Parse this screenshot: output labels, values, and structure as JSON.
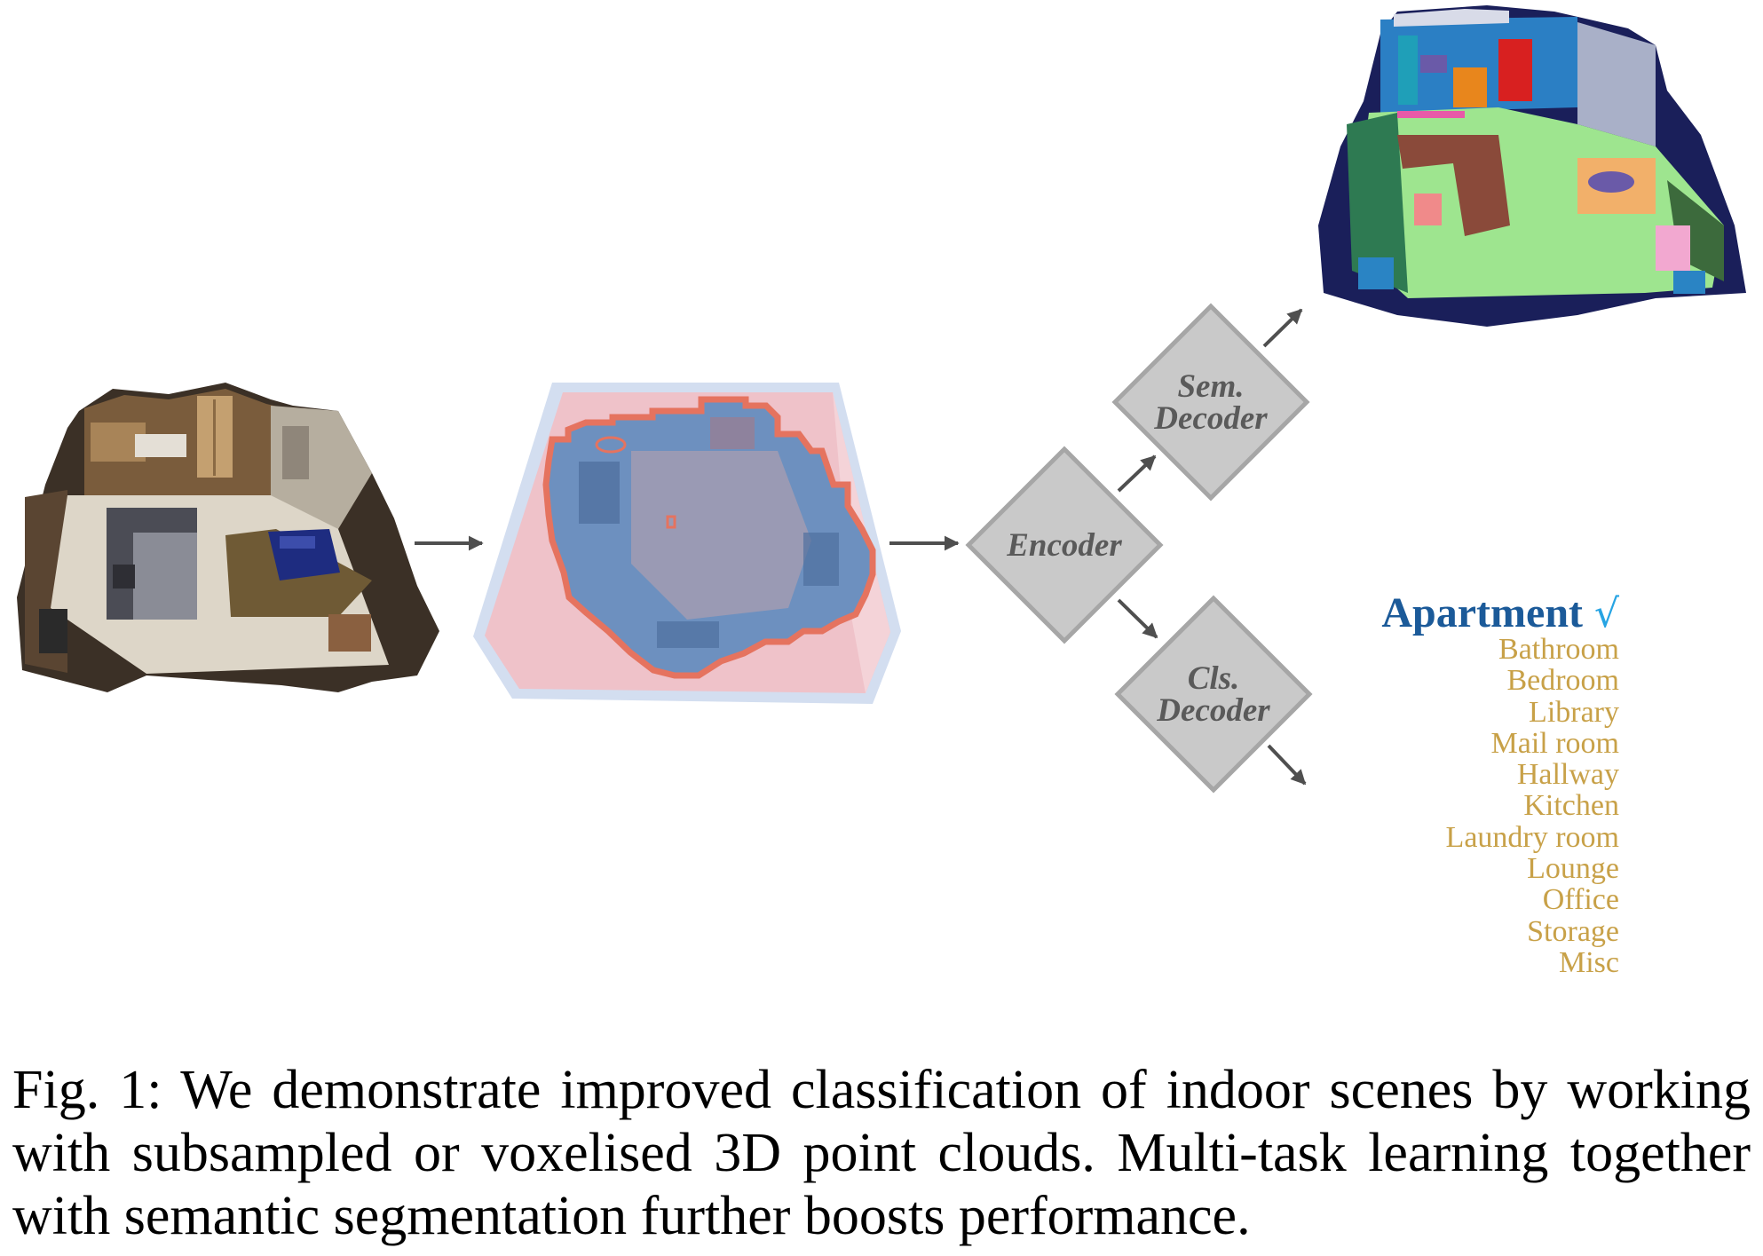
{
  "figure": {
    "stages": {
      "encoder": "Encoder",
      "sem_decoder": [
        "Sem.",
        "Decoder"
      ],
      "cls_decoder": [
        "Cls.",
        "Decoder"
      ]
    },
    "scene_classes": {
      "predicted": "Apartment",
      "correct_mark": "√",
      "others": [
        "Bathroom",
        "Bedroom",
        "Library",
        "Mail room",
        "Hallway",
        "Kitchen",
        "Laundry room",
        "Lounge",
        "Office",
        "Storage",
        "Misc"
      ]
    }
  },
  "caption": {
    "lines": [
      "Fig. 1: We demonstrate improved classification of indoor scenes by working",
      "with subsampled or voxelised 3D point clouds. Multi-task learning together",
      "with semantic segmentation further boosts performance."
    ]
  },
  "colors": {
    "predicted_class": "#1b5a99",
    "correct_mark": "#27a4e3",
    "other_classes": "#c8a148",
    "block_fill": "#c9c9c9",
    "block_border": "#a6a6a6",
    "block_text": "#5a5a5a",
    "arrow": "#4f4f4f"
  }
}
